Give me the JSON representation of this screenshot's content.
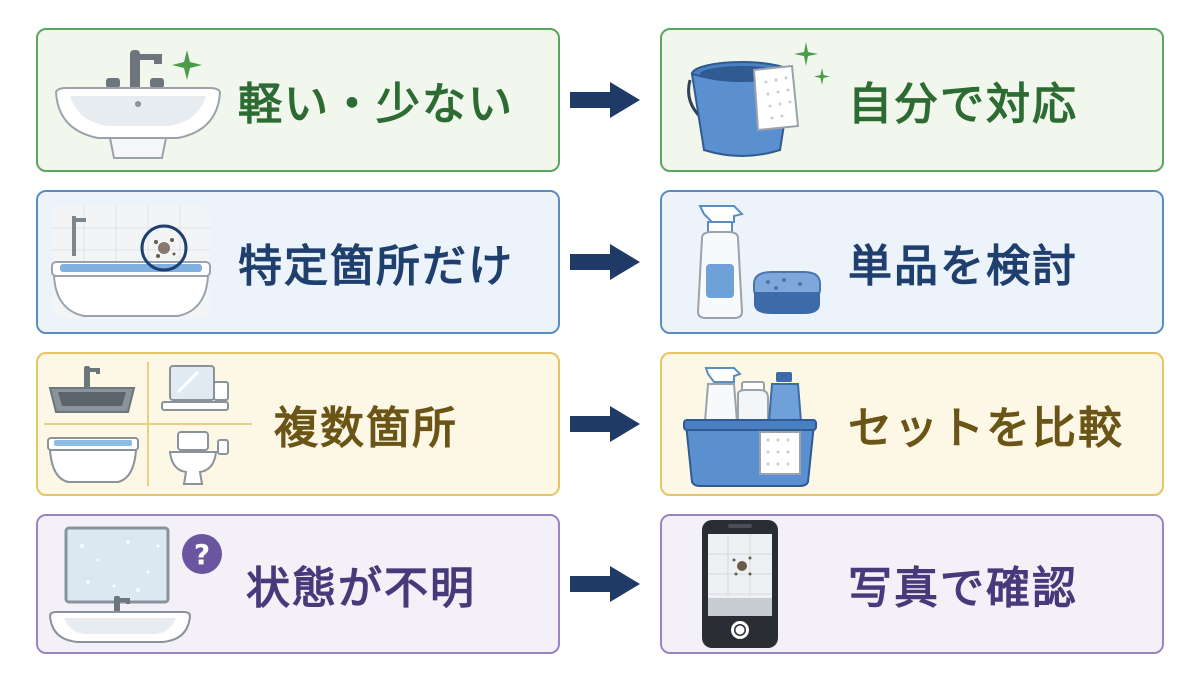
{
  "colors": {
    "green": {
      "border": "#5aa55a",
      "bg": "#f1f7ed",
      "text": "#2c6b31",
      "sparkle": "#4c9a4c"
    },
    "blue": {
      "border": "#5b8cc2",
      "bg": "#edf3fa",
      "text": "#1f3f6e"
    },
    "yellow": {
      "border": "#e5c468",
      "bg": "#fdf7e6",
      "text": "#6b5516"
    },
    "purple": {
      "border": "#9a84c4",
      "bg": "#f3f0f8",
      "text": "#463a7a"
    },
    "arrow": "#1f3a66"
  },
  "rows": [
    {
      "condition": "軽い・少ない",
      "action": "自分で対応"
    },
    {
      "condition": "特定箇所だけ",
      "action": "単品を検討"
    },
    {
      "condition": "複数箇所",
      "action": "セットを比較"
    },
    {
      "condition": "状態が不明",
      "action": "写真で確認"
    }
  ],
  "question_mark": "?"
}
